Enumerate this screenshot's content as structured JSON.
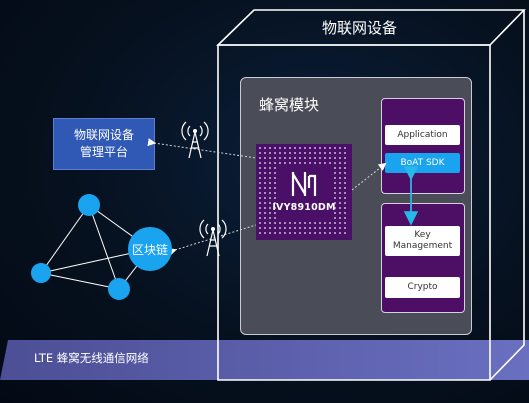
{
  "device": {
    "title": "物联网设备"
  },
  "module": {
    "title": "蜂窝模块"
  },
  "platform": {
    "line1": "物联网设备",
    "line2": "管理平台"
  },
  "chip": {
    "model": "IVY8910DM"
  },
  "sdk_panel": {
    "application": "Application",
    "boat_sdk": "BoAT SDK"
  },
  "crypto_panel": {
    "key_management_line1": "Key",
    "key_management_line2": "Management",
    "crypto": "Crypto"
  },
  "blockchain": {
    "label": "区块链"
  },
  "network": {
    "label": "LTE  蜂窝无线通信网络"
  },
  "icons": [
    "antenna-tower-icon",
    "antenna-tower-icon",
    "chip-logo-icon"
  ],
  "colors": {
    "platform_blue": "#2f59b5",
    "node_blue": "#1aa4f0",
    "chip_purple": "#4d0f66",
    "lte_bar": "#5a5ea8",
    "arrow_cyan": "#27b8e8"
  }
}
